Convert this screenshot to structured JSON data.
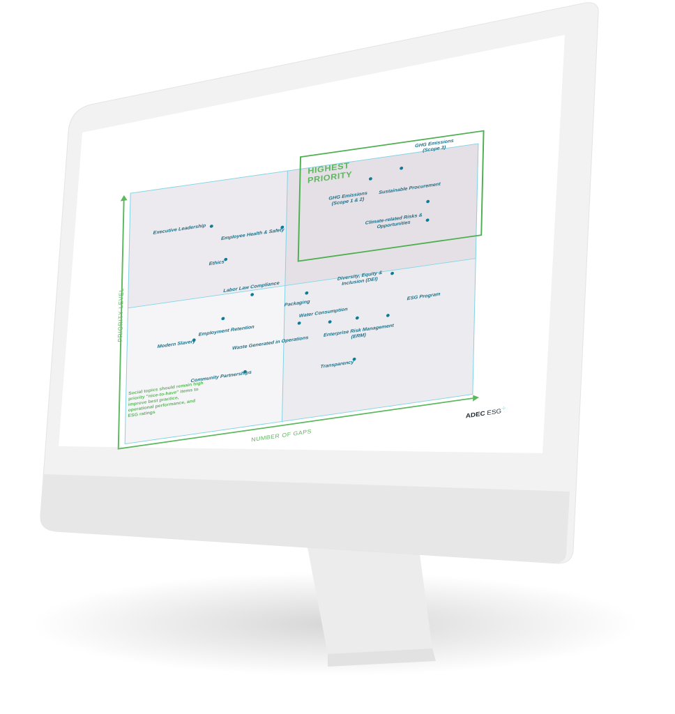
{
  "highest_priority_label": "HIGHEST PRIORITY",
  "axes": {
    "y_label": "PRIORITY LEVEL",
    "x_label": "NUMBER OF GAPS"
  },
  "topics": [
    {
      "label": "Executive Leadership"
    },
    {
      "label": "Employee Health & Safety"
    },
    {
      "label": "Ethics"
    },
    {
      "label": "Labor Law Compliance"
    },
    {
      "label": "Employment Retention"
    },
    {
      "label": "Modern Slavery"
    },
    {
      "label": "Waste Generated in Operations"
    },
    {
      "label": "Community Partnerships"
    },
    {
      "label": "GHG Emissions (Scope 1 & 2)"
    },
    {
      "label": "GHG Emissions (Scope 3)"
    },
    {
      "label": "Sustainable Procurement"
    },
    {
      "label": "Climate-related Risks & Opportunities"
    },
    {
      "label": "Diversity, Equity & Inclusion (DEI)"
    },
    {
      "label": "Packaging"
    },
    {
      "label": "Water Consumption"
    },
    {
      "label": "ESG Program"
    },
    {
      "label": "Enterprise Risk Management (ERM)"
    },
    {
      "label": "Transparency"
    }
  ],
  "note": "Social topics should remain high priority \"nice-to-have\" items to improve best practice, operational performance, and ESG ratings",
  "brand": {
    "name": "ADEC",
    "suffix": "ESG"
  },
  "colors": {
    "accent_green": "#5cb85c",
    "grid_cyan": "#7fd3e6",
    "topic_teal": "#1b6f86"
  }
}
